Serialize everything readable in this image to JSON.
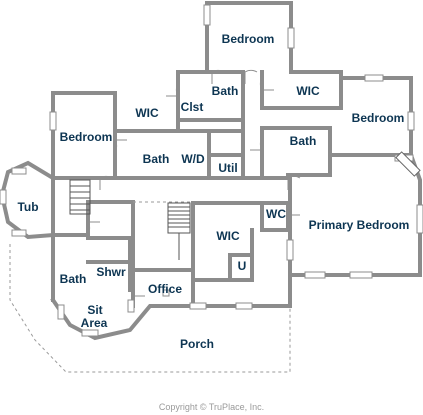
{
  "rooms": {
    "bedroom_top": "Bedroom",
    "wic_left": "WIC",
    "clst": "Clst",
    "bath_upper_center": "Bath",
    "wic_upper_right": "WIC",
    "bedroom_right": "Bedroom",
    "bedroom_left": "Bedroom",
    "bath_center": "Bath",
    "wd": "W/D",
    "util": "Util",
    "bath_right": "Bath",
    "tub": "Tub",
    "wc": "WC",
    "primary_bedroom": "Primary Bedroom",
    "wic_center": "WIC",
    "u": "U",
    "bath_left": "Bath",
    "shwr": "Shwr",
    "office": "Office",
    "sit_area_line1": "Sit",
    "sit_area_line2": "Area",
    "porch": "Porch"
  },
  "copyright": "Copyright © TruPlace, Inc.",
  "colors": {
    "wall": "#8c8c8c",
    "label": "#0d3552"
  }
}
